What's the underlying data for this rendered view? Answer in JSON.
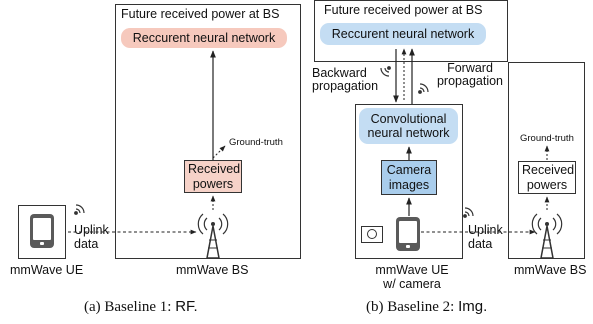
{
  "panel_a": {
    "top_label": "Future received power at BS",
    "rnn_label": "Reccurent neural network",
    "ground_truth_label": "Ground-truth",
    "received_powers_label": "Received powers",
    "ue_label": "mmWave UE",
    "uplink_label": "Uplink data",
    "bs_label": "mmWave BS",
    "caption_prefix": "(a) Baseline 1: ",
    "caption_name": "RF."
  },
  "panel_b": {
    "top_label": "Future received power at BS",
    "rnn_label": "Reccurent neural network",
    "backward_label": "Backward propagation",
    "forward_label": "Forward propagation",
    "cnn_label": "Convolutional neural network",
    "camera_images_label": "Camera images",
    "ground_truth_label": "Ground-truth",
    "received_powers_label": "Received powers",
    "uplink_label": "Uplink data",
    "ue_label": "mmWave UE w/ camera",
    "bs_label": "mmWave BS",
    "caption_prefix": "(b) Baseline 2: ",
    "caption_name": "Img."
  },
  "colors": {
    "rnn_pink": "#f6c9bd",
    "nn_blue": "#c4ddf3",
    "camera_blue": "#a9cdec",
    "tablet_gray": "#5a5a5a"
  }
}
